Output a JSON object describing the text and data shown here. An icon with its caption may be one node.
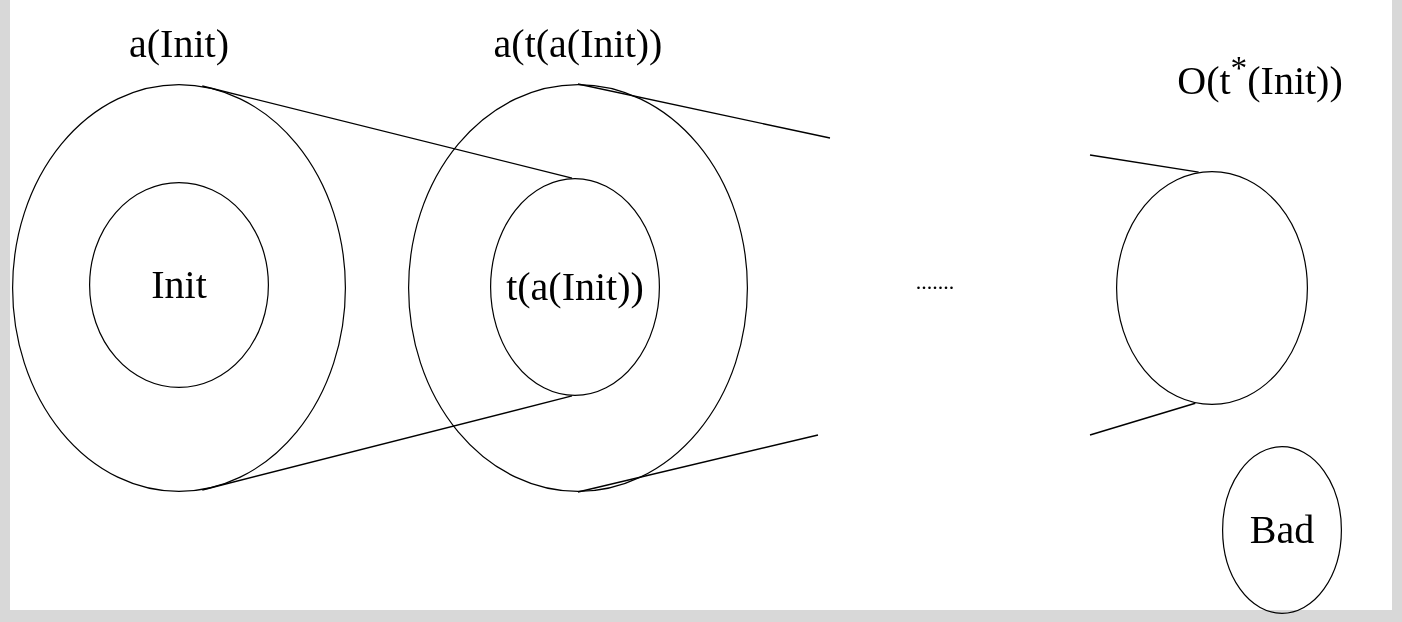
{
  "diagram": {
    "nodes": [
      {
        "text": [
          "a(Init)"
        ]
      },
      {
        "text": [
          "Init"
        ],
        "in": 0
      },
      {
        "text": [
          "a(t(a(Init))"
        ]
      },
      {
        "text": [
          "t(a(Init))"
        ],
        "in": 2
      },
      {
        "text": [
          "O(t$^{*}$(Init))"
        ]
      },
      {
        "text": [
          "Bad"
        ]
      }
    ],
    "edges": [
      {
        "from": 0,
        "to": 3,
        "arrow": "none"
      },
      {
        "from": 0,
        "to": 3,
        "arrow": "none"
      },
      {
        "from": 2,
        "to": null,
        "arrow": "none"
      },
      {
        "from": 2,
        "to": null,
        "arrow": "none"
      },
      {
        "from": null,
        "to": 4,
        "arrow": "none"
      },
      {
        "from": null,
        "to": 4,
        "arrow": "none"
      }
    ],
    "labels": [
      "......."
    ]
  }
}
